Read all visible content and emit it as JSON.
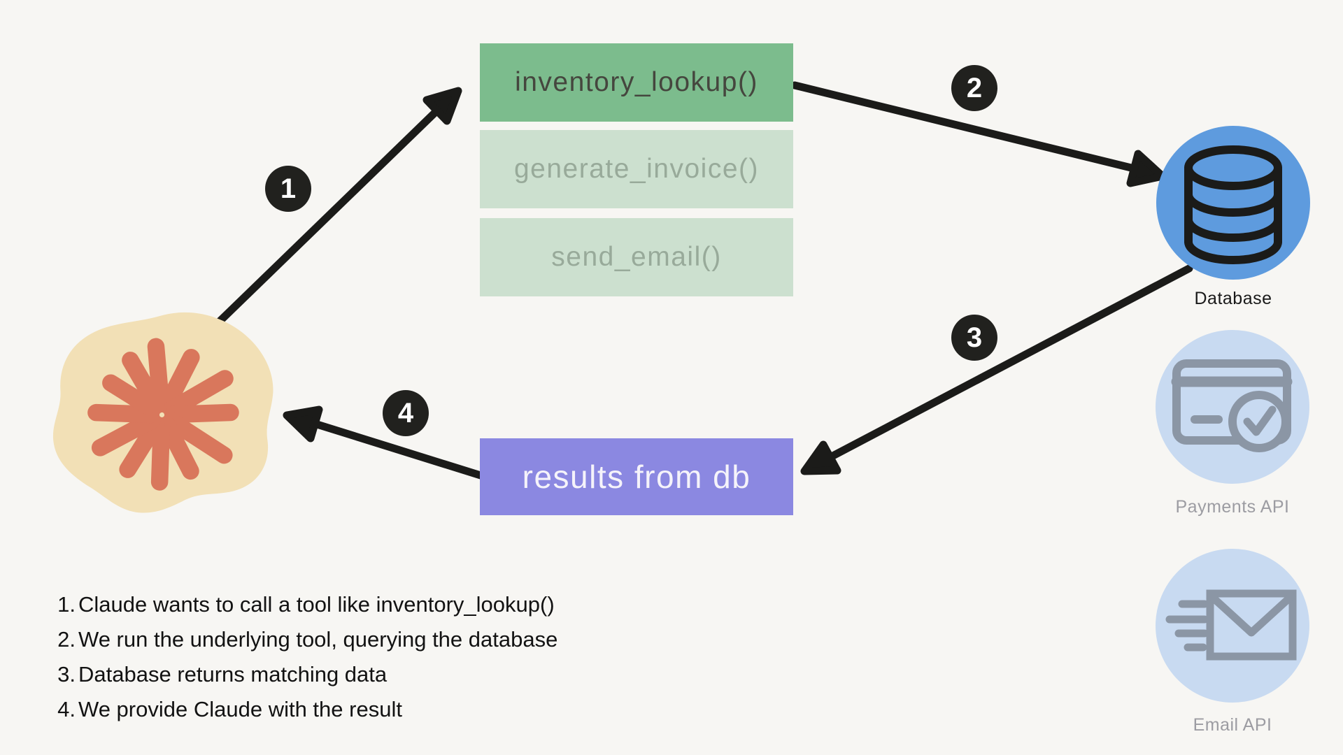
{
  "colors": {
    "bg": "#F7F6F3",
    "green-strong": "#7CBC8D",
    "green-muted": "#CCE0CF",
    "green-text-strong": "#45463E",
    "green-text-muted": "#98AA9A",
    "purple": "#8B88E1",
    "purple-text": "#F5F3FA",
    "blue-strong": "#5E9BDE",
    "blue-muted": "#C8DAF1",
    "icon-gray": "#8B96A5",
    "label-gray": "#9C9CA2",
    "label-dark": "#1A1A1A",
    "ink": "#1B1B19",
    "badge-bg": "#21211E",
    "badge-text": "#FFFFFF",
    "claude-tan": "#F2E0B6",
    "claude-orange": "#D9775C",
    "list-text": "#121212"
  },
  "icons": {
    "claude": "claude-spark-icon",
    "database": "database-cylinder-icon",
    "payments": "credit-card-check-icon",
    "email": "email-send-icon"
  },
  "tools": [
    {
      "label": "inventory_lookup()",
      "state": "active"
    },
    {
      "label": "generate_invoice()",
      "state": "inactive"
    },
    {
      "label": "send_email()",
      "state": "inactive"
    }
  ],
  "result_box": {
    "label": "results from db"
  },
  "services": [
    {
      "label": "Database",
      "state": "active"
    },
    {
      "label": "Payments API",
      "state": "inactive"
    },
    {
      "label": "Email API",
      "state": "inactive"
    }
  ],
  "badges": [
    "1",
    "2",
    "3",
    "4"
  ],
  "legend": [
    {
      "num": "1.",
      "text": "Claude wants to call a tool like inventory_lookup()"
    },
    {
      "num": "2.",
      "text": "We run the underlying tool, querying the database"
    },
    {
      "num": "3.",
      "text": "Database returns matching data"
    },
    {
      "num": "4.",
      "text": "We provide Claude with the result"
    }
  ]
}
